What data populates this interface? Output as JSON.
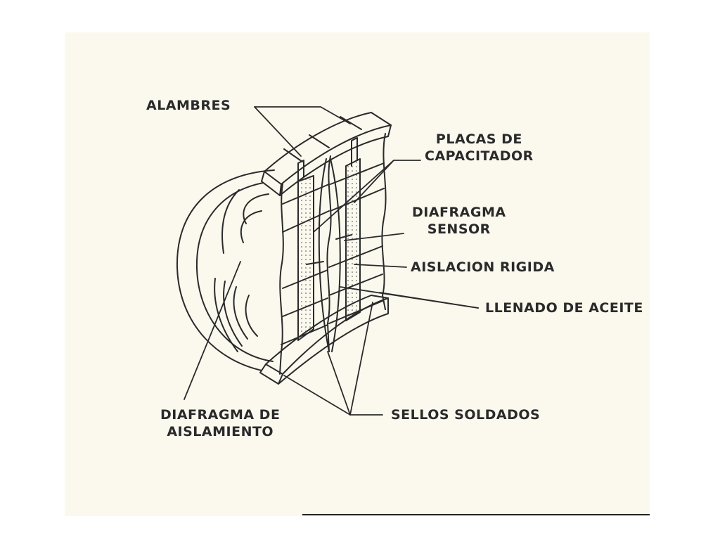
{
  "labels": {
    "alambres": "ALAMBRES",
    "placas_1": "PLACAS DE",
    "placas_2": "CAPACITADOR",
    "diafragma_sensor_1": "DIAFRAGMA",
    "diafragma_sensor_2": "SENSOR",
    "aislacion": "AISLACION RIGIDA",
    "aceite": "LLENADO DE ACEITE",
    "diafragma_aisl_1": "DIAFRAGMA DE",
    "diafragma_aisl_2": "AISLAMIENTO",
    "sellos": "SELLOS SOLDADOS"
  },
  "colors": {
    "ink": "#2a2a2a",
    "paper": "#fbf8ee"
  }
}
